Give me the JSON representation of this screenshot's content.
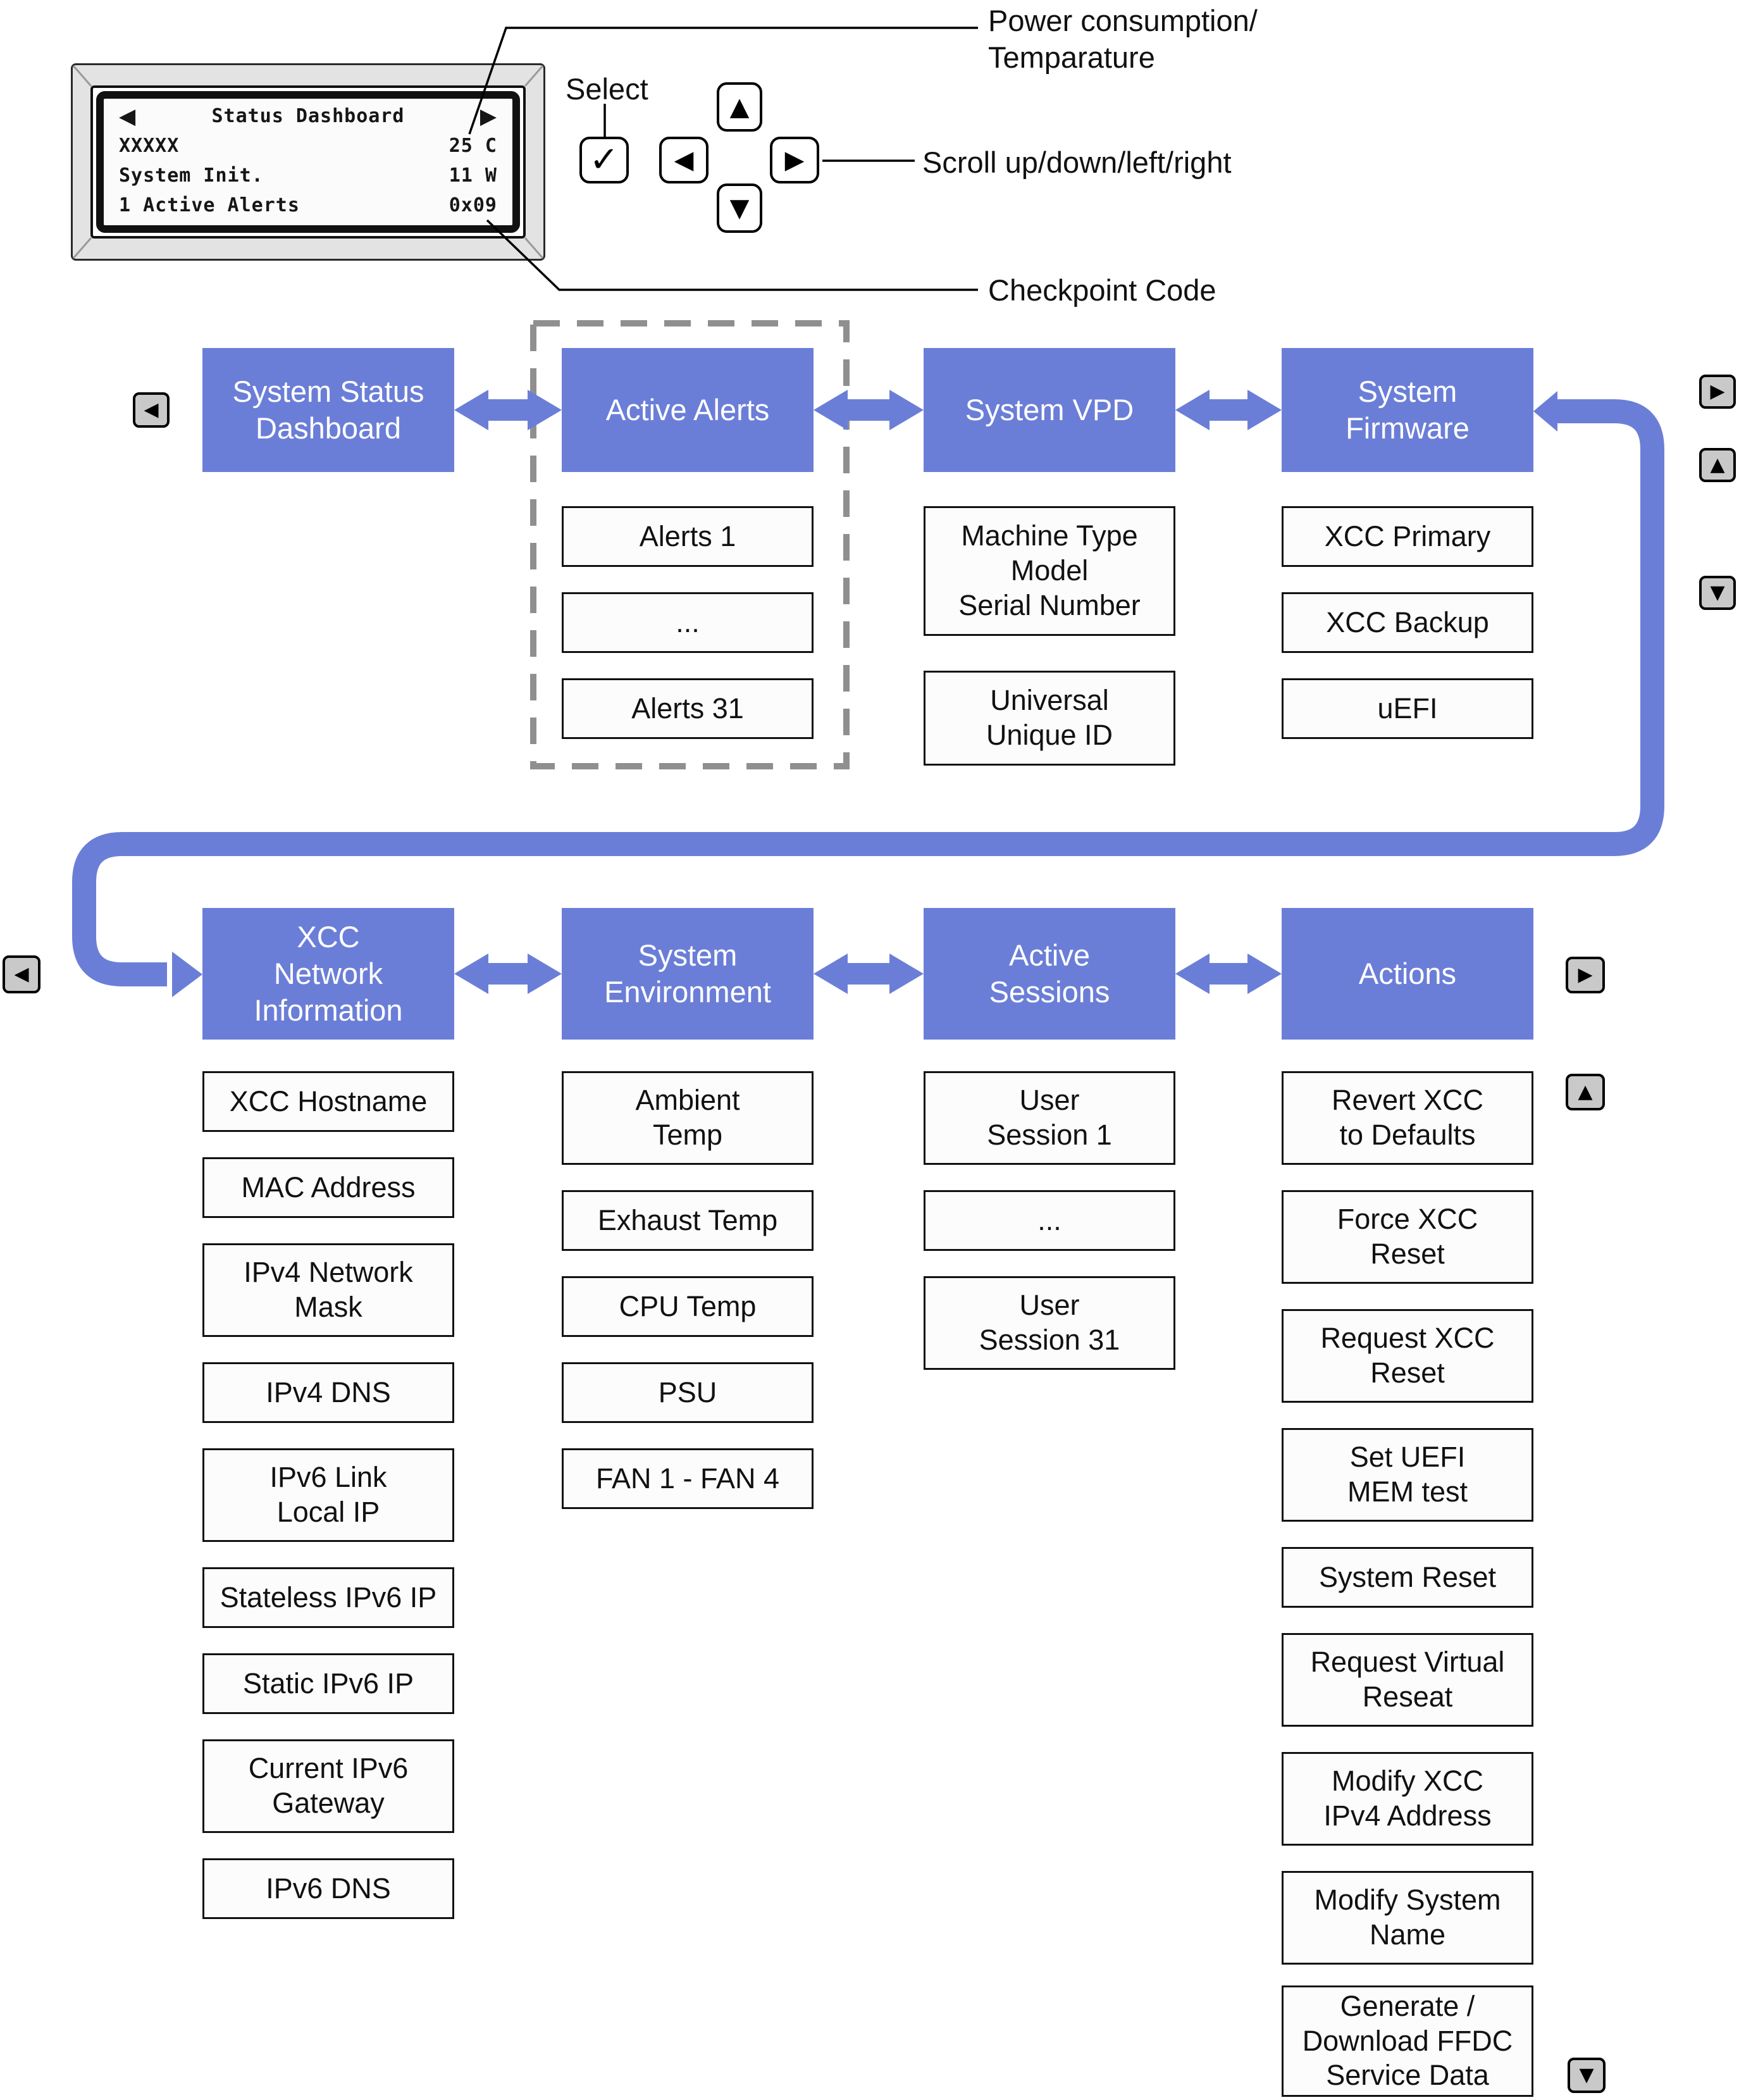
{
  "colors": {
    "accent": "#6b7ed7",
    "button_gray": "#c9c9c9"
  },
  "glyphs": {
    "check": "✓",
    "up": "▲",
    "down": "▼",
    "left": "◀",
    "right": "▶"
  },
  "lcd": {
    "title": "Status Dashboard",
    "rows": [
      {
        "left": "XXXXX",
        "right": "25 C"
      },
      {
        "left": "System Init.",
        "right": "11 W"
      },
      {
        "left": "1 Active Alerts",
        "right": "0x09"
      }
    ]
  },
  "callouts": {
    "power_temp": "Power consumption/\nTemparature",
    "select": "Select",
    "scroll": "Scroll up/down/left/right",
    "checkpoint": "Checkpoint Code"
  },
  "row1": {
    "menus": [
      {
        "label": "System Status\nDashboard",
        "items": []
      },
      {
        "label": "Active Alerts",
        "items": [
          {
            "label": "Alerts 1"
          },
          {
            "label": "..."
          },
          {
            "label": "Alerts 31"
          }
        ]
      },
      {
        "label": "System VPD",
        "items": [
          {
            "label": "Machine Type\nModel\nSerial Number"
          },
          {
            "label": "Universal\nUnique ID"
          }
        ]
      },
      {
        "label": "System\nFirmware",
        "items": [
          {
            "label": "XCC Primary"
          },
          {
            "label": "XCC Backup"
          },
          {
            "label": "uEFI"
          }
        ]
      }
    ]
  },
  "row2": {
    "menus": [
      {
        "label": "XCC\nNetwork\nInformation",
        "items": [
          {
            "label": "XCC Hostname"
          },
          {
            "label": "MAC Address"
          },
          {
            "label": "IPv4 Network\nMask"
          },
          {
            "label": "IPv4 DNS"
          },
          {
            "label": "IPv6 Link\nLocal IP"
          },
          {
            "label": "Stateless IPv6 IP"
          },
          {
            "label": "Static IPv6 IP"
          },
          {
            "label": "Current IPv6\nGateway"
          },
          {
            "label": "IPv6 DNS"
          }
        ]
      },
      {
        "label": "System\nEnvironment",
        "items": [
          {
            "label": "Ambient\nTemp"
          },
          {
            "label": "Exhaust Temp"
          },
          {
            "label": "CPU Temp"
          },
          {
            "label": "PSU"
          },
          {
            "label": "FAN 1 - FAN 4"
          }
        ]
      },
      {
        "label": "Active\nSessions",
        "items": [
          {
            "label": "User\nSession 1"
          },
          {
            "label": "..."
          },
          {
            "label": "User\nSession 31"
          }
        ]
      },
      {
        "label": "Actions",
        "items": [
          {
            "label": "Revert XCC\nto Defaults"
          },
          {
            "label": "Force XCC\nReset"
          },
          {
            "label": "Request XCC\nReset"
          },
          {
            "label": "Set UEFI\nMEM test"
          },
          {
            "label": "System Reset"
          },
          {
            "label": "Request Virtual\nReseat"
          },
          {
            "label": "Modify XCC\nIPv4 Address"
          },
          {
            "label": "Modify System\nName"
          },
          {
            "label": "Generate /\nDownload FFDC\nService Data"
          }
        ]
      }
    ]
  }
}
